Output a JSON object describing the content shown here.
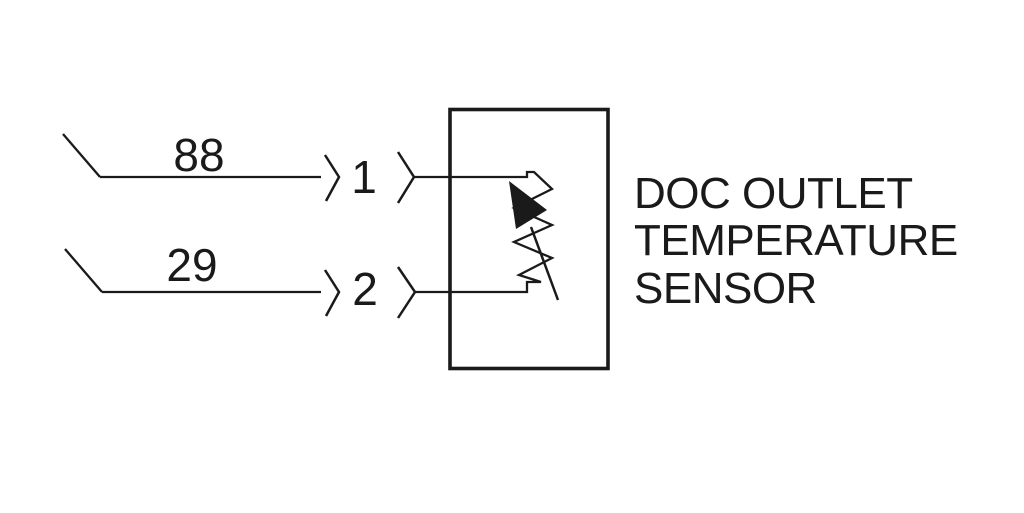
{
  "diagram": {
    "type": "wiring-schematic",
    "component": {
      "name": "DOC OUTLET TEMPERATURE SENSOR",
      "label_line1": "DOC OUTLET",
      "label_line2": "TEMPERATURE",
      "label_line3": "SENSOR",
      "symbol": "thermistor-variable-resistor"
    },
    "wires": [
      {
        "wire_number": "88",
        "pin_number": "1"
      },
      {
        "wire_number": "29",
        "pin_number": "2"
      }
    ],
    "colors": {
      "background": "#ffffff",
      "ink": "#1a1a1a"
    }
  }
}
